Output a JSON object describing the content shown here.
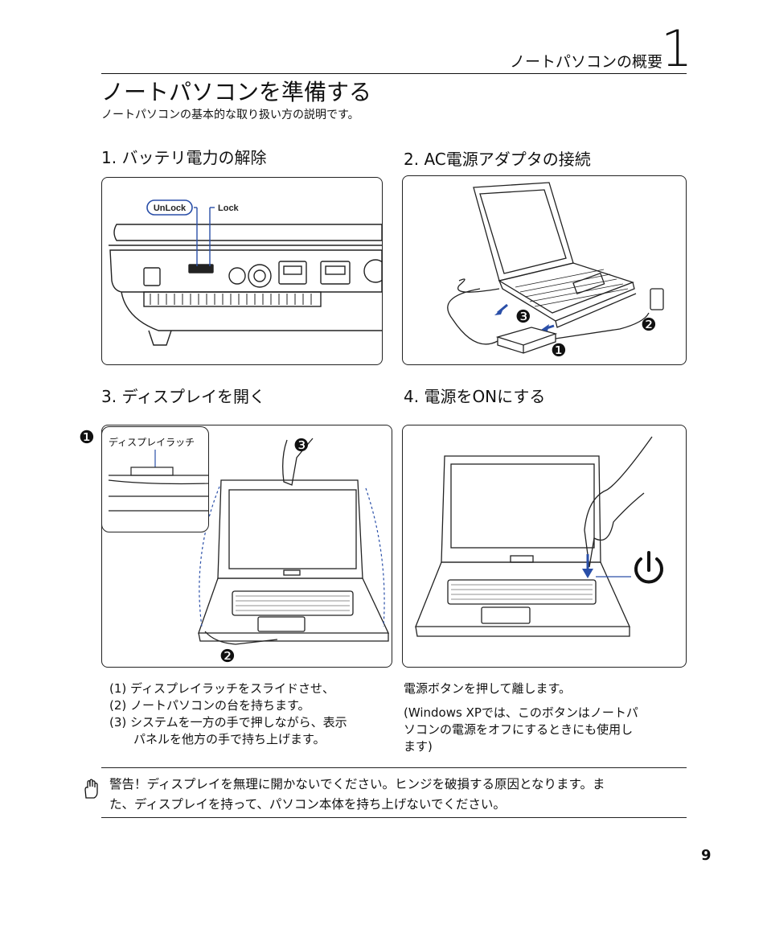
{
  "header": {
    "chapter_title": "ノートパソコンの概要",
    "chapter_number": "1"
  },
  "page": {
    "title": "ノートパソコンを準備する",
    "subtitle": "ノートパソコンの基本的な取り扱い方の説明です。",
    "page_number": "9"
  },
  "steps": [
    {
      "title": "1. バッテリ電力の解除",
      "labels": {
        "unlock": "UnLock",
        "lock": "Lock"
      }
    },
    {
      "title": "2. AC電源アダプタの接続",
      "callouts": [
        "❶",
        "❷",
        "❸"
      ]
    },
    {
      "title": "3. ディスプレイを開く",
      "inset_label": "ディスプレイラッチ",
      "callouts": [
        "❶",
        "❷",
        "❸"
      ]
    },
    {
      "title": "4. 電源をONにする"
    }
  ],
  "captions": {
    "step3": [
      "(1) ディスプレイラッチをスライドさせ、",
      "(2) ノートパソコンの台を持ちます。",
      "(3) システムを一方の手で押しながら、表示",
      "　　パネルを他方の手で持ち上げます。"
    ],
    "step4_main": "電源ボタンを押して離します。",
    "step4_note": [
      "(Windows XPでは、このボタンはノートパ",
      "ソコンの電源をオフにするときにも使用し",
      "ます)"
    ]
  },
  "warning": {
    "lines": [
      "警告！ディスプレイを無理に開かないでください。ヒンジを破損する原因となります。ま",
      "た、ディスプレイを持って、パソコン本体を持ち上げないでください。"
    ]
  },
  "colors": {
    "accent": "#2a4fa8",
    "line": "#222222"
  },
  "icons": {
    "warning": "hand-warning-icon",
    "power": "power-icon"
  }
}
